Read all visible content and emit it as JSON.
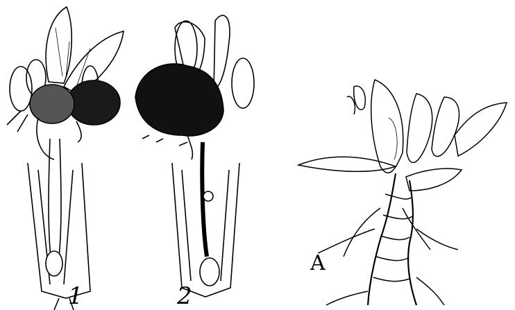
{
  "figure": {
    "labels": {
      "fig1": "1",
      "fig2": "2",
      "figA": "A"
    },
    "colors": {
      "ink": "#000000",
      "paper": "#ffffff"
    }
  }
}
